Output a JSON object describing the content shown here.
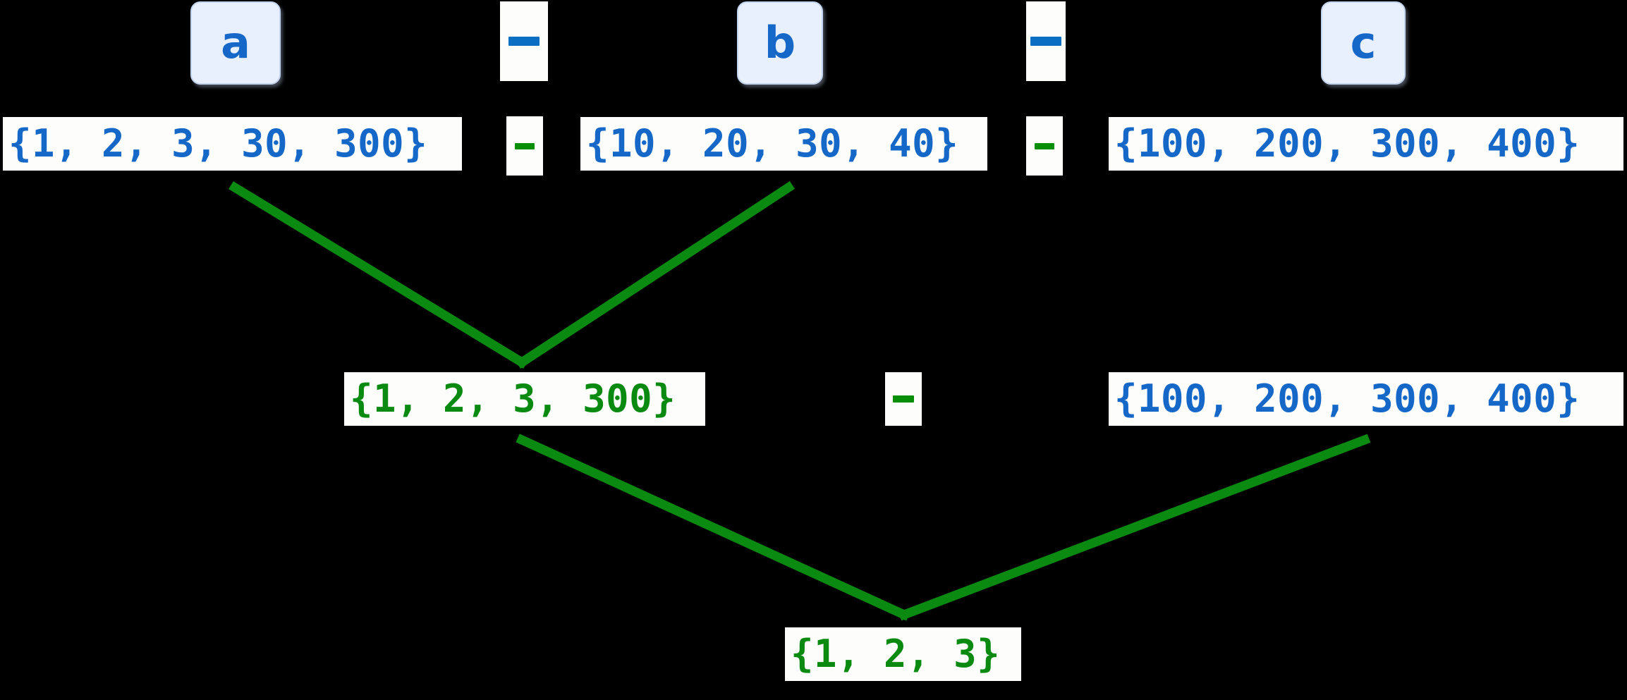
{
  "diagram": {
    "title": "Set difference left-to-right evaluation",
    "background_color": "#000000",
    "box_color": "#fdfdfb",
    "operand_text_color": "#1668c8",
    "result_text_color": "#0a8a11",
    "wire_color": "#0a8a11",
    "keycap_fill": "#e8f0fd",
    "keycap_border": "#c3d4ee"
  },
  "variables": [
    {
      "name": "variable-a",
      "label": "a"
    },
    {
      "name": "variable-b",
      "label": "b"
    },
    {
      "name": "variable-c",
      "label": "c"
    }
  ],
  "operators": {
    "top_row": [
      {
        "symbol": "−",
        "color": "#0a6fc2"
      },
      {
        "symbol": "−",
        "color": "#0a6fc2"
      }
    ],
    "operand_row": [
      {
        "symbol": "−",
        "color": "#068e06"
      },
      {
        "symbol": "−",
        "color": "#068e06"
      }
    ],
    "middle_row": [
      {
        "symbol": "−",
        "color": "#068e06"
      }
    ]
  },
  "rows": {
    "operands": [
      {
        "id": "set-a",
        "value": "{1, 2, 3, 30, 300}",
        "kind": "operand"
      },
      {
        "id": "set-b",
        "value": "{10, 20, 30, 40}",
        "kind": "operand"
      },
      {
        "id": "set-c",
        "value": "{100, 200, 300, 400}",
        "kind": "operand"
      }
    ],
    "intermediate": [
      {
        "id": "a-minus-b",
        "value": "{1, 2, 3, 300}",
        "kind": "result"
      },
      {
        "id": "set-c-repeat",
        "value": "{100, 200, 300, 400}",
        "kind": "operand"
      }
    ],
    "final": [
      {
        "id": "final-result",
        "value": "{1, 2, 3}",
        "kind": "result"
      }
    ]
  }
}
